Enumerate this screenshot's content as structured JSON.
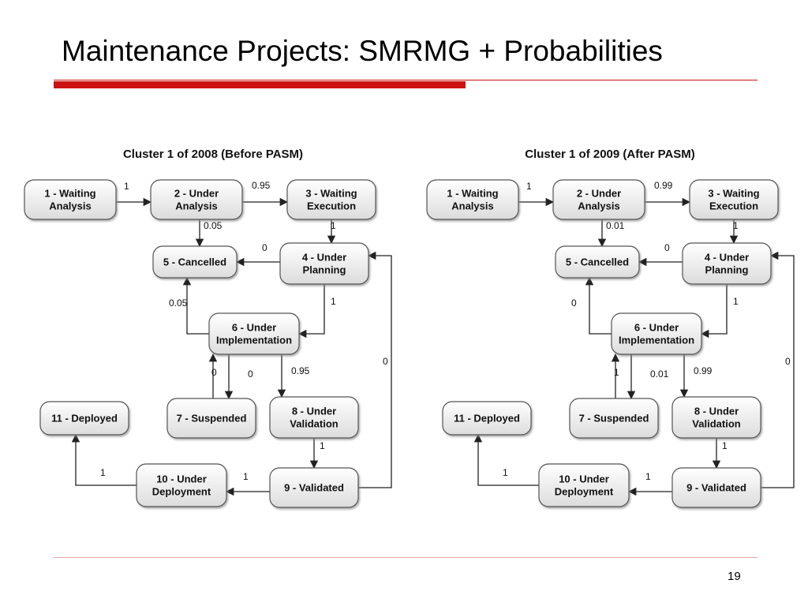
{
  "slide": {
    "title": "Maintenance Projects: SMRMG + Probabilities",
    "page_number": "19"
  },
  "diagrams": [
    {
      "title": "Cluster 1 of 2008 (Before PASM)",
      "nodes": [
        {
          "id": "n1",
          "lines": [
            "1 - Waiting",
            "Analysis"
          ]
        },
        {
          "id": "n2",
          "lines": [
            "2 - Under",
            "Analysis"
          ]
        },
        {
          "id": "n3",
          "lines": [
            "3 - Waiting",
            "Execution"
          ]
        },
        {
          "id": "n4",
          "lines": [
            "4 - Under",
            "Planning"
          ]
        },
        {
          "id": "n5",
          "lines": [
            "5 - Cancelled"
          ]
        },
        {
          "id": "n6",
          "lines": [
            "6 - Under",
            "Implementation"
          ]
        },
        {
          "id": "n7",
          "lines": [
            "7 - Suspended"
          ]
        },
        {
          "id": "n8",
          "lines": [
            "8 - Under",
            "Validation"
          ]
        },
        {
          "id": "n9",
          "lines": [
            "9 - Validated"
          ]
        },
        {
          "id": "n10",
          "lines": [
            "10 - Under",
            "Deployment"
          ]
        },
        {
          "id": "n11",
          "lines": [
            "11 - Deployed"
          ]
        }
      ],
      "edges": [
        {
          "from": "n1",
          "to": "n2",
          "label": "1"
        },
        {
          "from": "n2",
          "to": "n3",
          "label": "0.95"
        },
        {
          "from": "n2",
          "to": "n5",
          "label": "0.05"
        },
        {
          "from": "n3",
          "to": "n4",
          "label": "1"
        },
        {
          "from": "n4",
          "to": "n5",
          "label": "0"
        },
        {
          "from": "n4",
          "to": "n6",
          "label": "1"
        },
        {
          "from": "n6",
          "to": "n5",
          "label": "0.05"
        },
        {
          "from": "n7",
          "to": "n6",
          "label": "0"
        },
        {
          "from": "n6",
          "to": "n7",
          "label": "0"
        },
        {
          "from": "n6",
          "to": "n8",
          "label": "0.95"
        },
        {
          "from": "n8",
          "to": "n9",
          "label": "1"
        },
        {
          "from": "n9",
          "to": "n4",
          "label": "0"
        },
        {
          "from": "n9",
          "to": "n10",
          "label": "1"
        },
        {
          "from": "n10",
          "to": "n11",
          "label": "1"
        }
      ]
    },
    {
      "title": "Cluster 1 of 2009 (After PASM)",
      "nodes": [
        {
          "id": "n1",
          "lines": [
            "1 - Waiting",
            "Analysis"
          ]
        },
        {
          "id": "n2",
          "lines": [
            "2 - Under",
            "Analysis"
          ]
        },
        {
          "id": "n3",
          "lines": [
            "3 - Waiting",
            "Execution"
          ]
        },
        {
          "id": "n4",
          "lines": [
            "4 - Under",
            "Planning"
          ]
        },
        {
          "id": "n5",
          "lines": [
            "5 - Cancelled"
          ]
        },
        {
          "id": "n6",
          "lines": [
            "6 - Under",
            "Implementation"
          ]
        },
        {
          "id": "n7",
          "lines": [
            "7 - Suspended"
          ]
        },
        {
          "id": "n8",
          "lines": [
            "8 - Under",
            "Validation"
          ]
        },
        {
          "id": "n9",
          "lines": [
            "9 - Validated"
          ]
        },
        {
          "id": "n10",
          "lines": [
            "10 - Under",
            "Deployment"
          ]
        },
        {
          "id": "n11",
          "lines": [
            "11 - Deployed"
          ]
        }
      ],
      "edges": [
        {
          "from": "n1",
          "to": "n2",
          "label": "1"
        },
        {
          "from": "n2",
          "to": "n3",
          "label": "0.99"
        },
        {
          "from": "n2",
          "to": "n5",
          "label": "0.01"
        },
        {
          "from": "n3",
          "to": "n4",
          "label": "1"
        },
        {
          "from": "n4",
          "to": "n5",
          "label": "0"
        },
        {
          "from": "n4",
          "to": "n6",
          "label": "1"
        },
        {
          "from": "n6",
          "to": "n5",
          "label": "0"
        },
        {
          "from": "n7",
          "to": "n6",
          "label": "1"
        },
        {
          "from": "n6",
          "to": "n7",
          "label": "0.01"
        },
        {
          "from": "n6",
          "to": "n8",
          "label": "0.99"
        },
        {
          "from": "n8",
          "to": "n9",
          "label": "1"
        },
        {
          "from": "n9",
          "to": "n4",
          "label": "0"
        },
        {
          "from": "n9",
          "to": "n10",
          "label": "1"
        },
        {
          "from": "n10",
          "to": "n11",
          "label": "1"
        }
      ]
    }
  ]
}
